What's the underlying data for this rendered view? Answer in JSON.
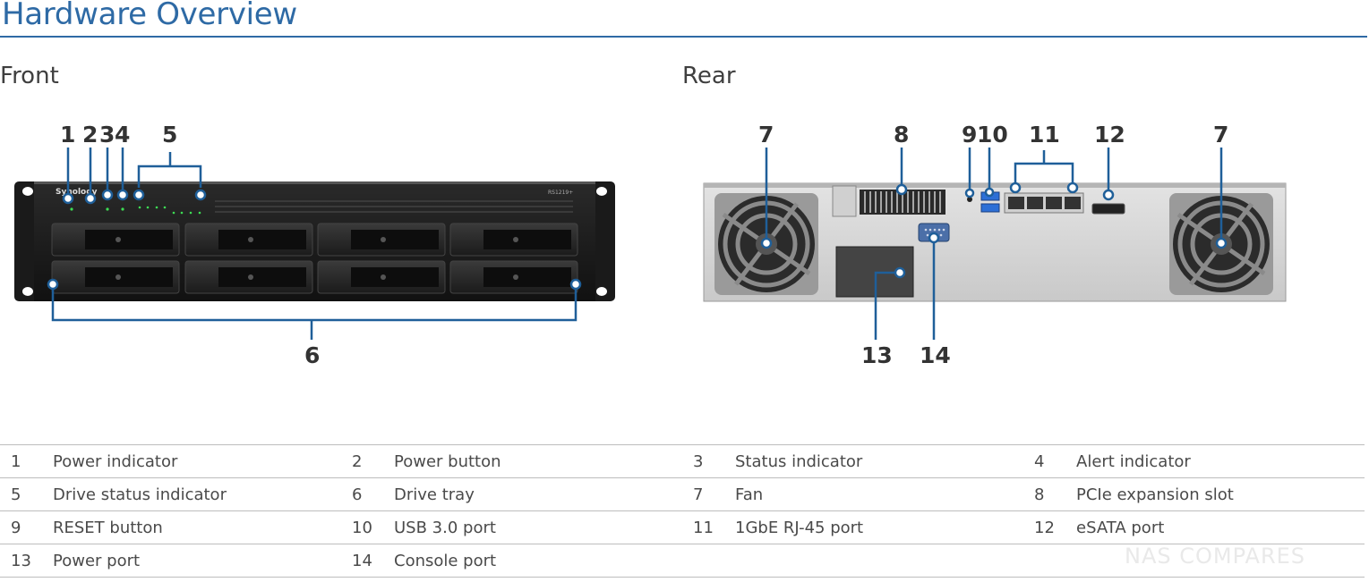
{
  "title": "Hardware Overview",
  "front": {
    "label": "Front",
    "brand": "Synology",
    "model": "RS1219+",
    "callouts": [
      "1",
      "2",
      "3",
      "4",
      "5",
      "6"
    ]
  },
  "rear": {
    "label": "Rear",
    "callouts": [
      "7",
      "8",
      "9",
      "10",
      "11",
      "12",
      "7",
      "13",
      "14"
    ]
  },
  "legend": [
    [
      {
        "num": "1",
        "label": "Power indicator"
      },
      {
        "num": "2",
        "label": "Power button"
      },
      {
        "num": "3",
        "label": "Status indicator"
      },
      {
        "num": "4",
        "label": "Alert indicator"
      }
    ],
    [
      {
        "num": "5",
        "label": "Drive status indicator"
      },
      {
        "num": "6",
        "label": "Drive tray"
      },
      {
        "num": "7",
        "label": "Fan"
      },
      {
        "num": "8",
        "label": "PCIe expansion slot"
      }
    ],
    [
      {
        "num": "9",
        "label": "RESET button"
      },
      {
        "num": "10",
        "label": "USB 3.0 port"
      },
      {
        "num": "11",
        "label": "1GbE RJ-45 port"
      },
      {
        "num": "12",
        "label": "eSATA port"
      }
    ],
    [
      {
        "num": "13",
        "label": "Power port"
      },
      {
        "num": "14",
        "label": "Console port"
      },
      {
        "num": "",
        "label": ""
      },
      {
        "num": "",
        "label": ""
      }
    ]
  ],
  "watermark": "NAS COMPARES",
  "colors": {
    "accent": "#2e6aa5",
    "callout_line": "#1f5f99",
    "led": "#3ddc54"
  }
}
